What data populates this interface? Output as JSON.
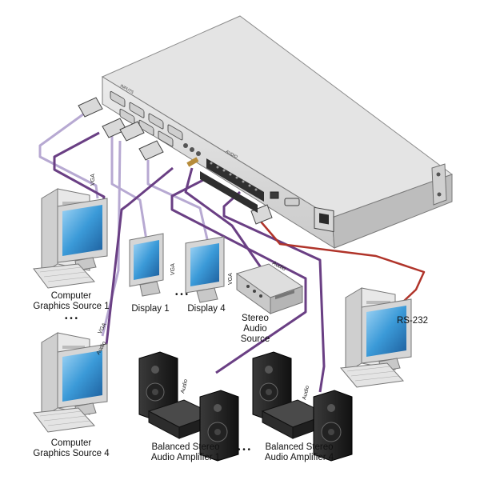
{
  "labels": {
    "computer_source_1": [
      "Computer",
      "Graphics Source 1"
    ],
    "computer_source_4": [
      "Computer",
      "Graphics Source 4"
    ],
    "display_1": "Display 1",
    "display_4": "Display 4",
    "stereo_source": [
      "Stereo",
      "Audio",
      "Source"
    ],
    "rs232": "RS-232",
    "amp_1": [
      "Balanced Stereo",
      "Audio Amplifier 1"
    ],
    "amp_4": [
      "Balanced Stereo",
      "Audio Amplifier 4"
    ],
    "ellipsis": "• • •"
  },
  "cable_tags": {
    "vga": "VGA",
    "audio": "Audio"
  },
  "colors": {
    "vga_cable": "#b7a9d2",
    "audio_cable": "#6a3f84",
    "rs232_cable": "#b0342a",
    "chassis": "#d4d4d4",
    "screen": "#3b9ad8"
  }
}
